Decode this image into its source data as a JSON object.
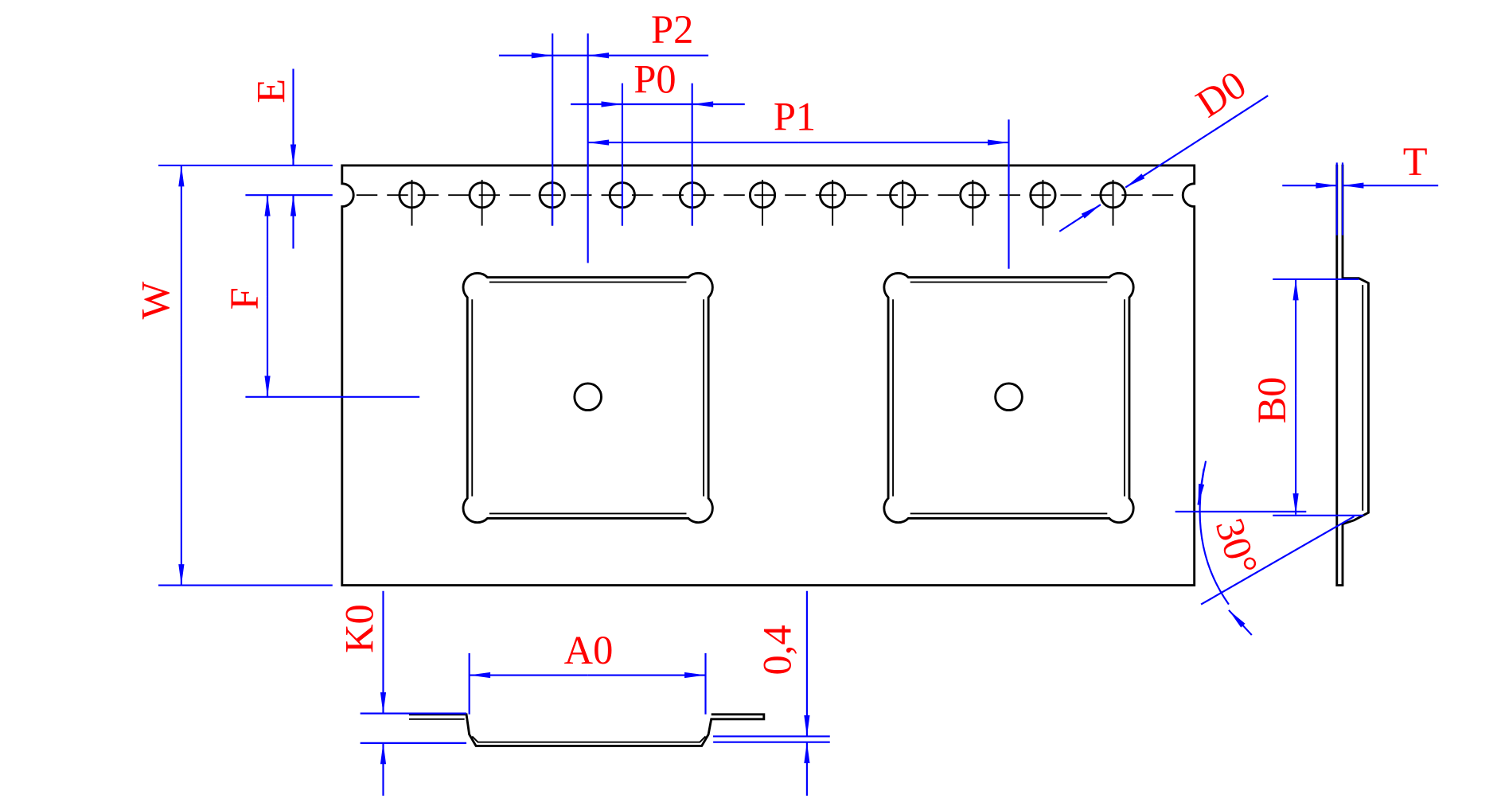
{
  "labels": {
    "p2": "P2",
    "p0": "P0",
    "p1": "P1",
    "d0": "D0",
    "e": "E",
    "w": "W",
    "f": "F",
    "t": "T",
    "b0": "B0",
    "angle": "30°",
    "k0": "K0",
    "a0": "A0",
    "thickness": "0,4"
  },
  "colors": {
    "outline": "#000000",
    "dimension": "#0000ff",
    "label": "#ff0000"
  }
}
